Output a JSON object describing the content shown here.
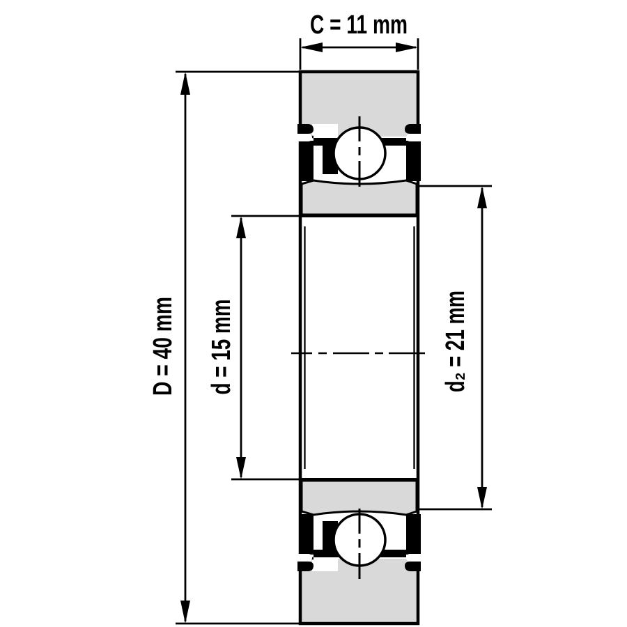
{
  "diagram": {
    "kind": "ball-bearing-cross-section",
    "labels": {
      "width": "C = 11 mm",
      "outer_diameter": "D = 40 mm",
      "bore_diameter": "d = 15 mm",
      "shoulder_diameter": "d₂ = 21 mm"
    },
    "dimensions": {
      "C_mm": 11,
      "D_mm": 40,
      "d_mm": 15,
      "d2_mm": 21
    },
    "colors": {
      "background": "#ffffff",
      "line": "#000000",
      "ring_fill": "#d9d9d9",
      "ball_fill": "#ffffff"
    }
  }
}
